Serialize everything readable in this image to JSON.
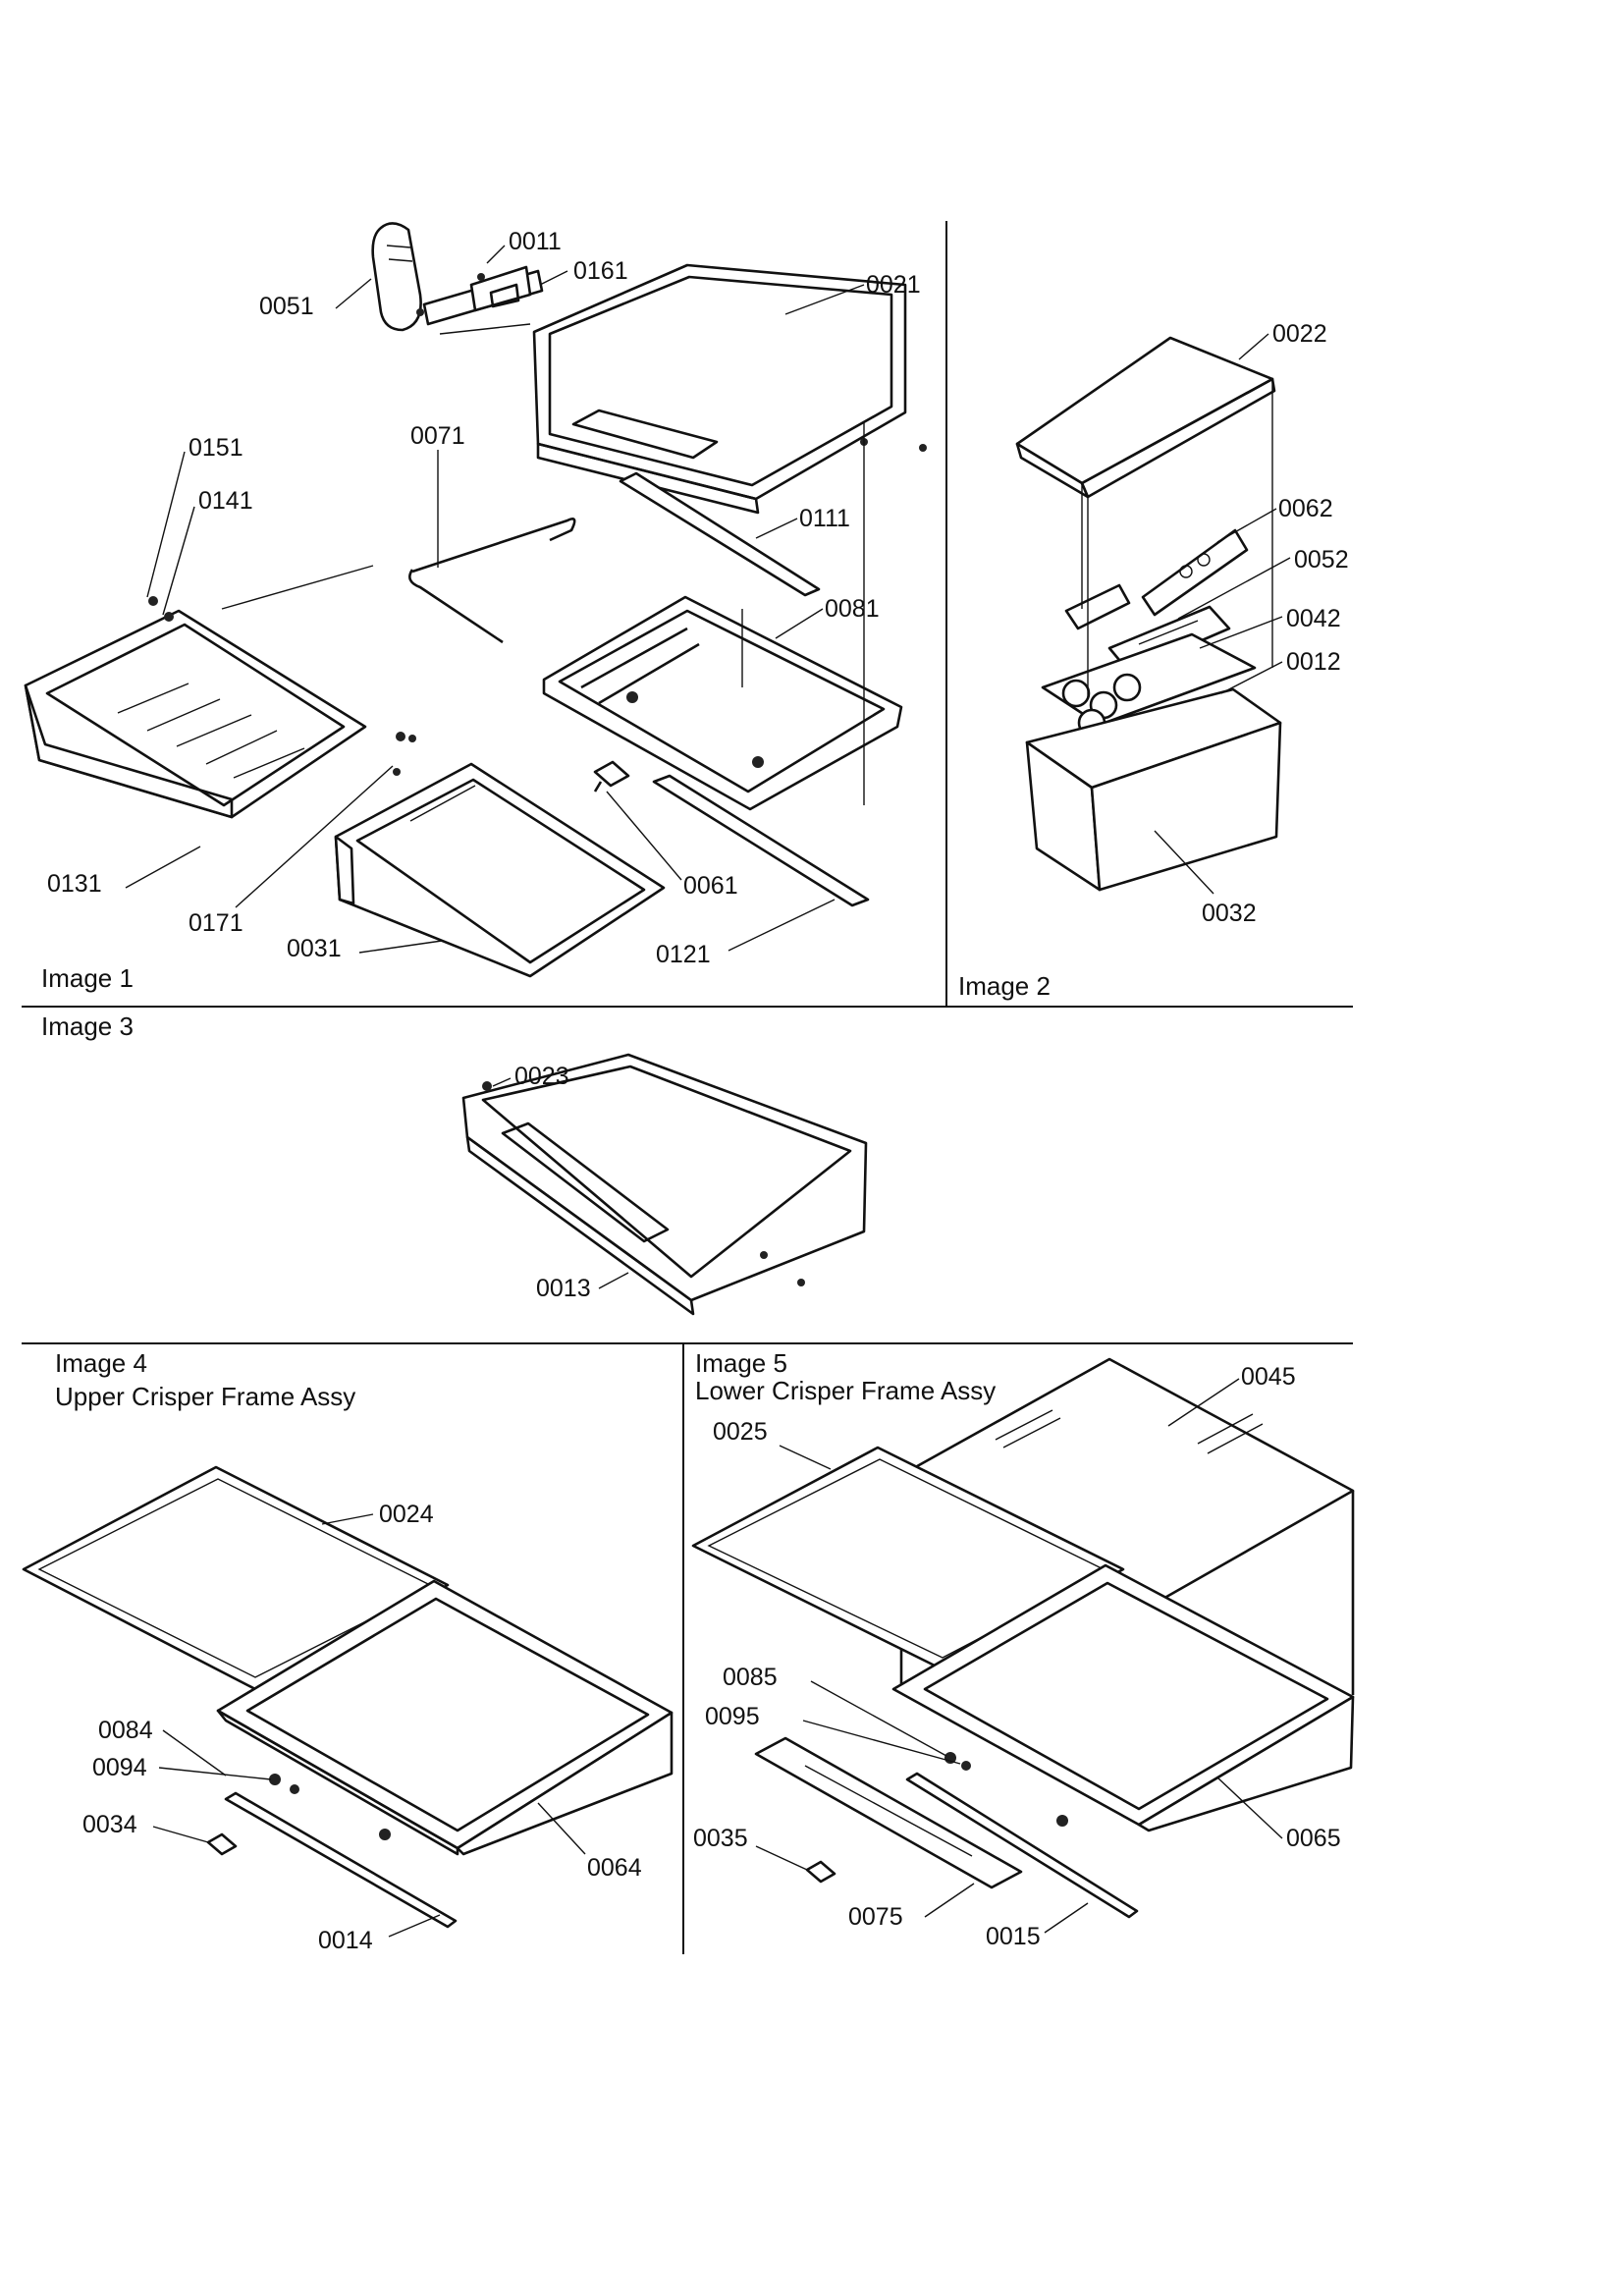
{
  "panels": [
    {
      "id": "image1",
      "title": "Image 1",
      "subtitle": ""
    },
    {
      "id": "image2",
      "title": "Image 2",
      "subtitle": ""
    },
    {
      "id": "image3",
      "title": "Image 3",
      "subtitle": ""
    },
    {
      "id": "image4",
      "title": "Image 4",
      "subtitle": "Upper Crisper Frame Assy"
    },
    {
      "id": "image5",
      "title": "Image 5",
      "subtitle": "Lower Crisper Frame Assy"
    }
  ],
  "callouts": {
    "image1": [
      "0011",
      "0161",
      "0051",
      "0021",
      "0071",
      "0151",
      "0141",
      "0111",
      "0081",
      "0131",
      "0171",
      "0031",
      "0061",
      "0121"
    ],
    "image2": [
      "0022",
      "0062",
      "0052",
      "0042",
      "0012",
      "0032"
    ],
    "image3": [
      "0023",
      "0013"
    ],
    "image4": [
      "0024",
      "0084",
      "0094",
      "0034",
      "0064",
      "0014"
    ],
    "image5": [
      "0045",
      "0025",
      "0085",
      "0095",
      "0035",
      "0065",
      "0075",
      "0015"
    ]
  }
}
